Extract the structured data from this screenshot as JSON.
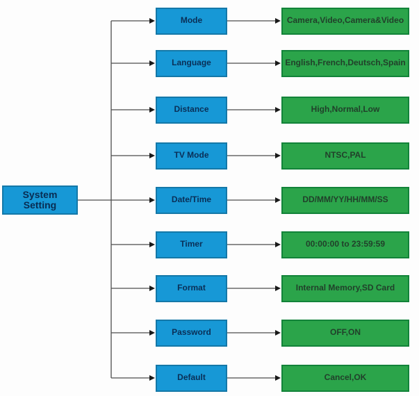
{
  "diagram": {
    "title": "System Setting menu tree",
    "root": {
      "label": "System Setting"
    },
    "rows": [
      {
        "label": "Mode",
        "value": "Camera,Video,Camera&Video"
      },
      {
        "label": "Language",
        "value": "English,French,Deutsch,Spain"
      },
      {
        "label": "Distance",
        "value": "High,Normal,Low"
      },
      {
        "label": "TV Mode",
        "value": "NTSC,PAL"
      },
      {
        "label": "Date/Time",
        "value": "DD/MM/YY/HH/MM/SS"
      },
      {
        "label": "Timer",
        "value": "00:00:00 to 23:59:59"
      },
      {
        "label": "Format",
        "value": "Internal Memory,SD Card"
      },
      {
        "label": "Password",
        "value": "OFF,ON"
      },
      {
        "label": "Default",
        "value": "Cancel,OK"
      }
    ],
    "colors": {
      "menu_fill": "#1798d6",
      "menu_border": "#1478a8",
      "option_fill": "#2ba44a",
      "option_border": "#128339",
      "connector": "#4d4d4d",
      "arrowhead": "#1a1a1a"
    }
  }
}
